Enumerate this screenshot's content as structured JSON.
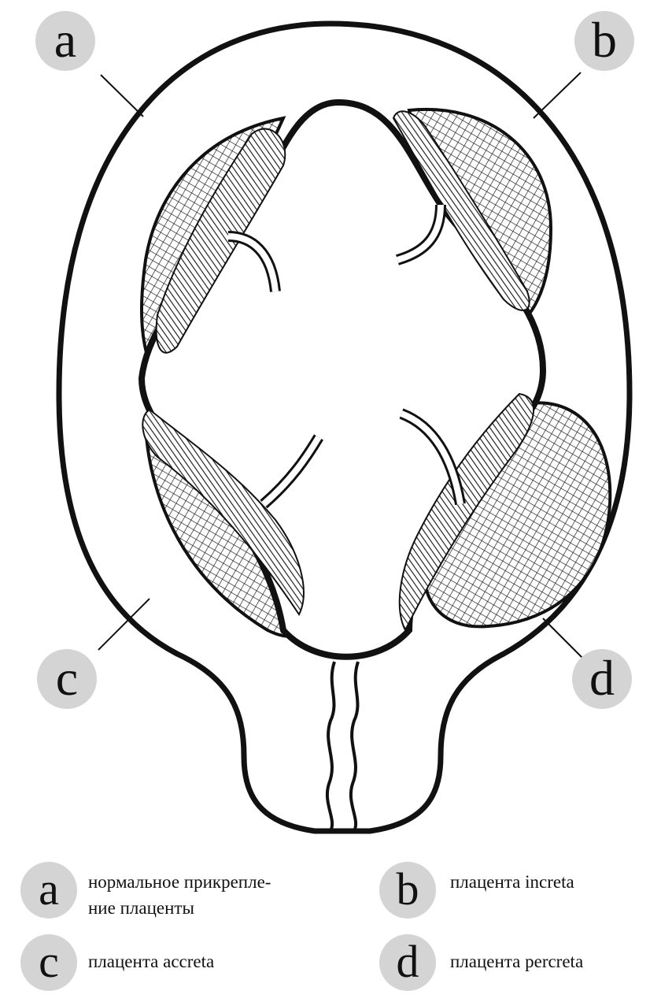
{
  "labels": {
    "a": "a",
    "b": "b",
    "c": "c",
    "d": "d"
  },
  "legend": {
    "a": {
      "letter": "a",
      "line1": "нормальное прикрепле-",
      "line2": "ние плаценты"
    },
    "b": {
      "letter": "b",
      "text": "плацента increta"
    },
    "c": {
      "letter": "c",
      "text": "плацента accreta"
    },
    "d": {
      "letter": "d",
      "text": "плацента percreta"
    }
  },
  "colors": {
    "badge": "#d4d4d4",
    "ink": "#111111",
    "background": "#ffffff"
  }
}
